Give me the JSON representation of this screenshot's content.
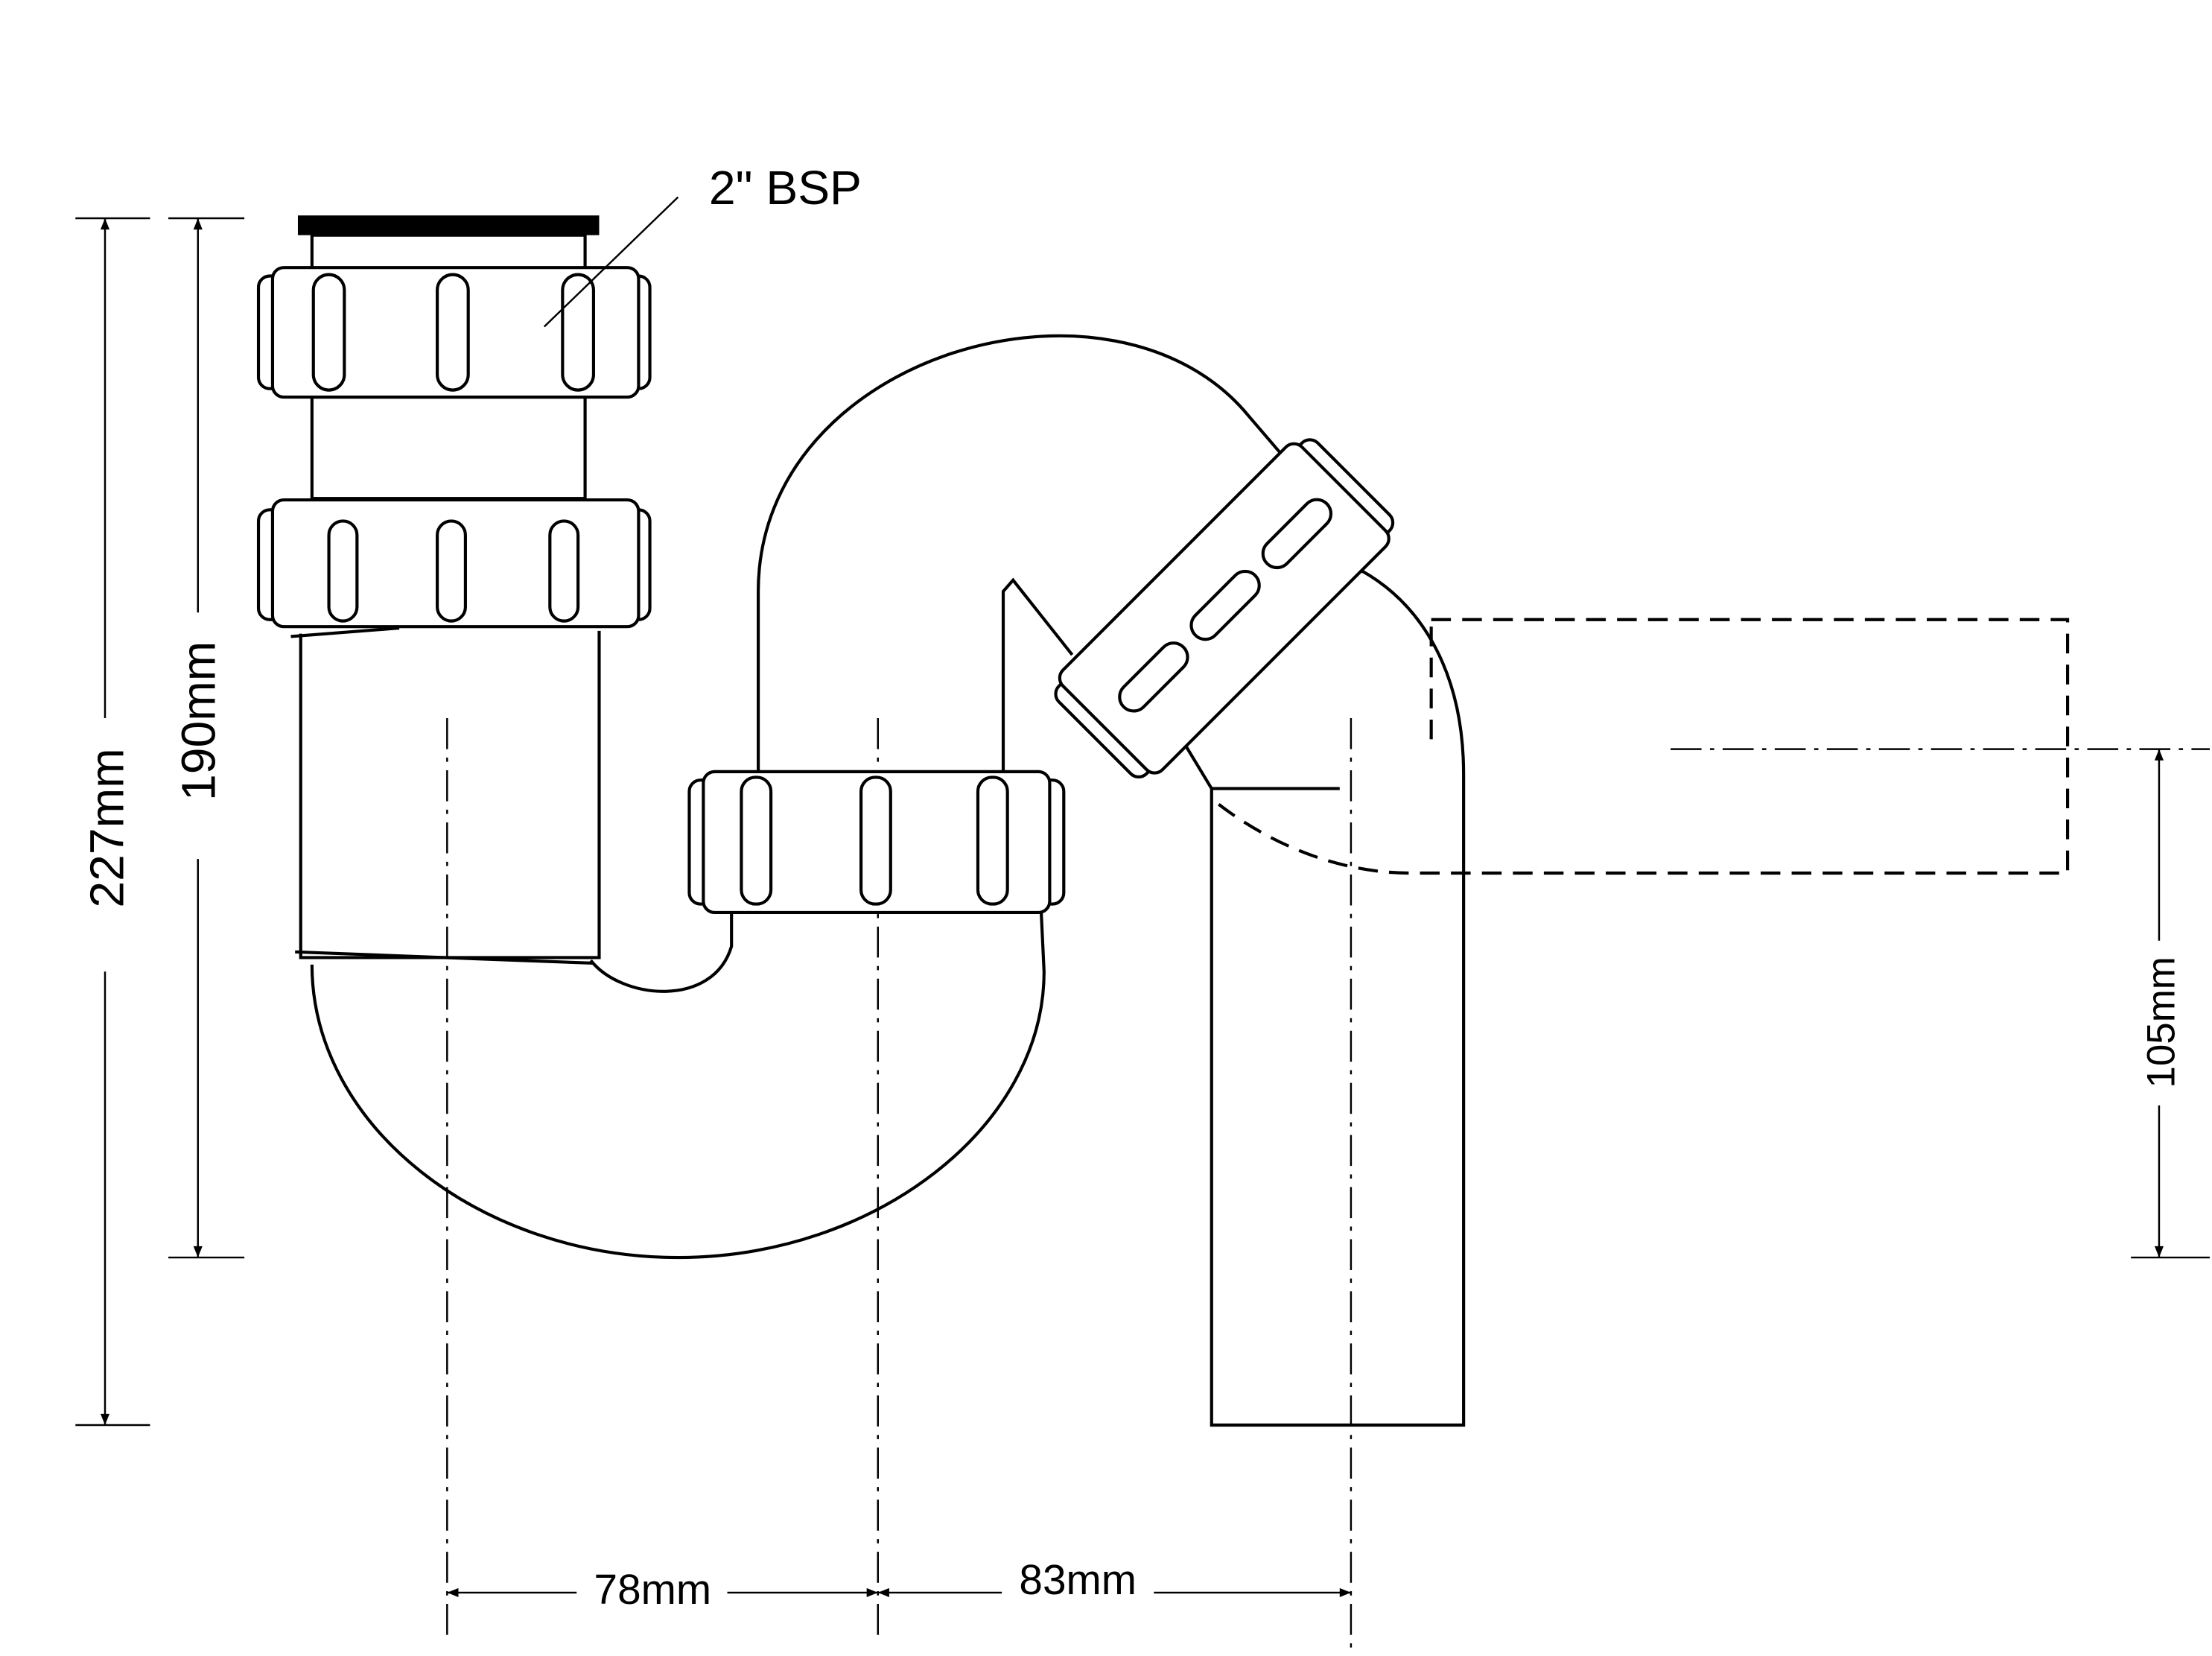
{
  "labels": {
    "thread": "2\" BSP",
    "overall_height": "227mm",
    "inlet_height": "190mm",
    "horizontal_1": "78mm",
    "horizontal_2": "83mm",
    "outlet_height": "105mm"
  }
}
